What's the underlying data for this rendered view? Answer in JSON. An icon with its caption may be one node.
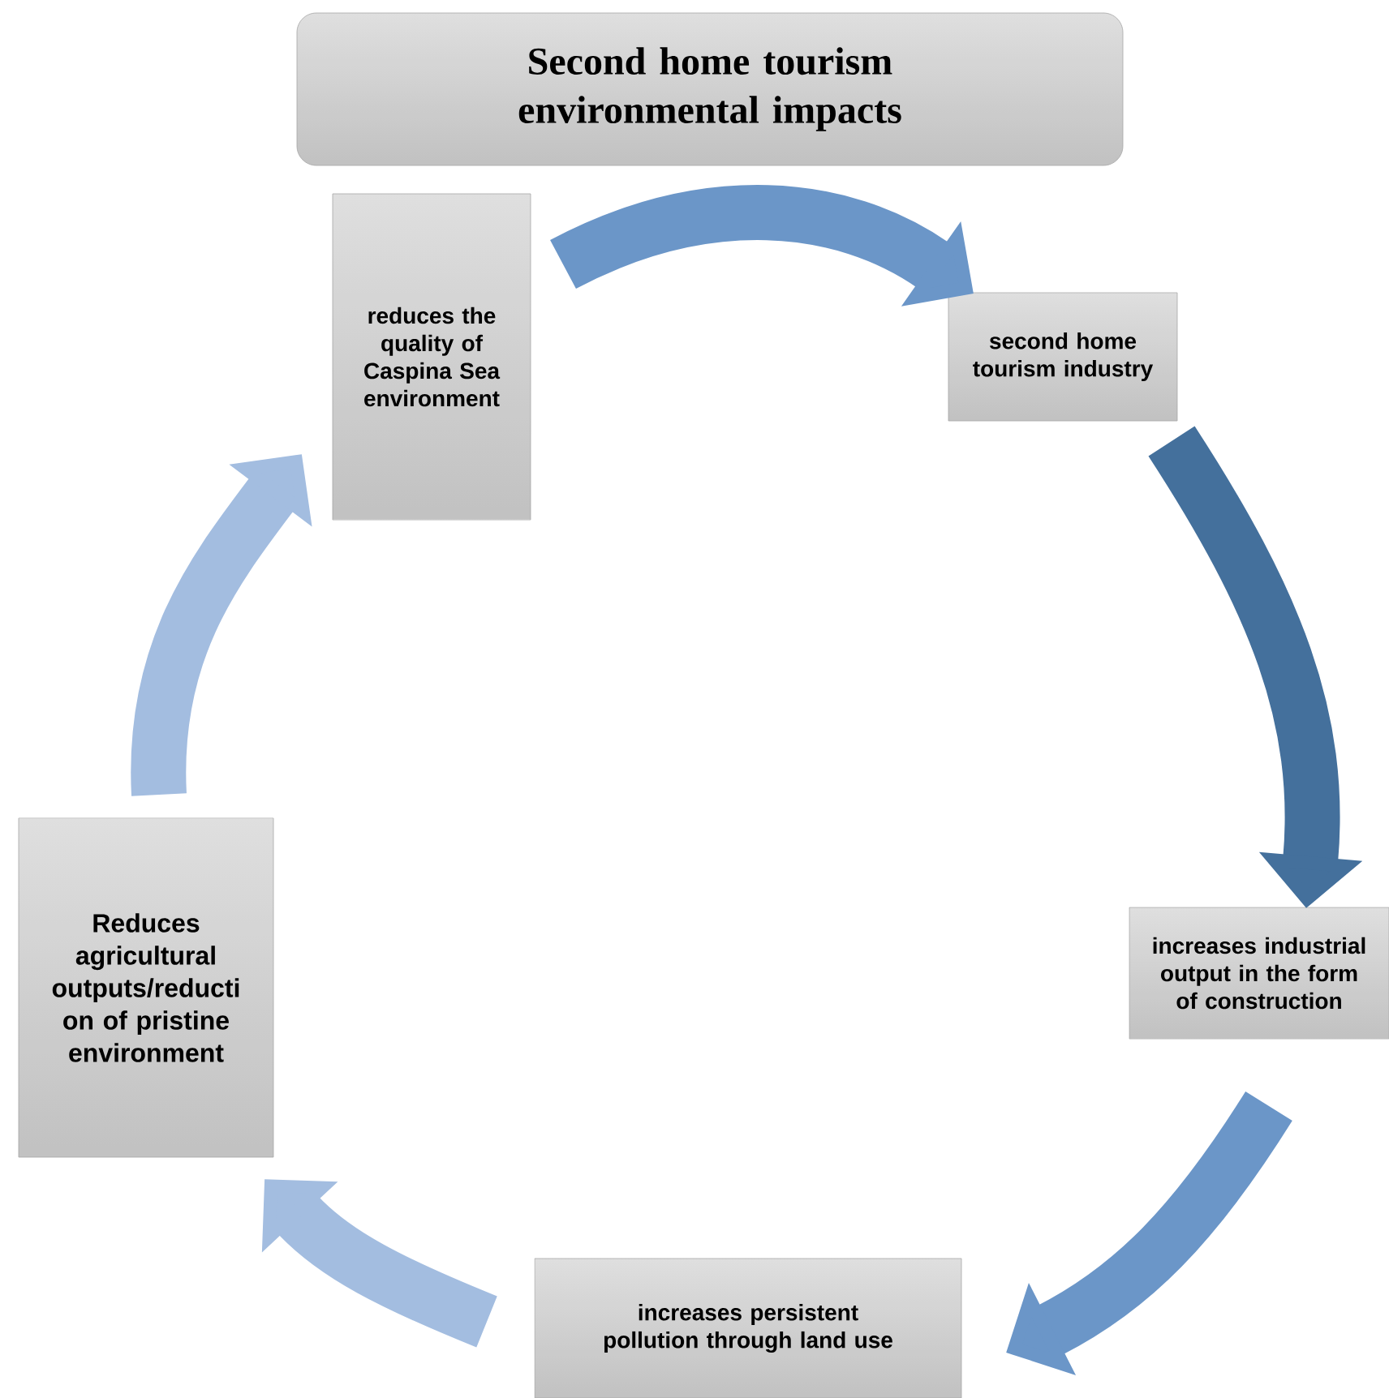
{
  "diagram": {
    "nodes": [
      {
        "text": [
          "Second home tourism environmental impacts"
        ]
      },
      {
        "text": [
          "reduces the quality of Caspina Sea environment"
        ]
      },
      {
        "text": [
          "second home tourism industry"
        ]
      },
      {
        "text": [
          "increases industrial output in the form of construction"
        ]
      },
      {
        "text": [
          "increases persistent pollution through land use"
        ]
      },
      {
        "text": [
          "Reduces agricultural outputs/reducti on of pristine environment"
        ]
      }
    ],
    "edges": [
      {
        "from": 1,
        "to": 2,
        "arrow": "to",
        "color": "#6b96c8"
      },
      {
        "from": 2,
        "to": 3,
        "arrow": "to",
        "color": "#44709c"
      },
      {
        "from": 3,
        "to": 4,
        "arrow": "to",
        "color": "#6b96c8"
      },
      {
        "from": 4,
        "to": 5,
        "arrow": "to",
        "color": "#a3bde0"
      },
      {
        "from": 5,
        "to": 1,
        "arrow": "to",
        "color": "#a3bde0"
      }
    ]
  }
}
